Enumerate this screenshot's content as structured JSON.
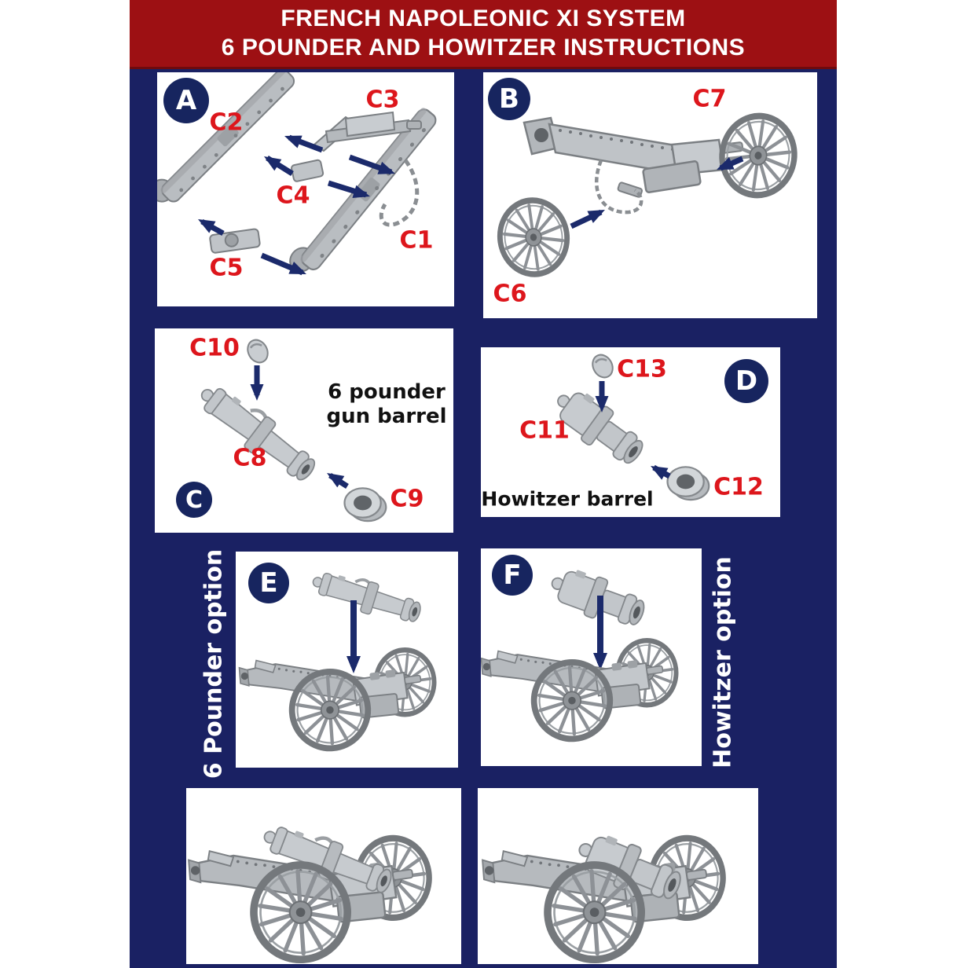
{
  "title": {
    "line1": "FRENCH NAPOLEONIC XI SYSTEM",
    "line2": "6 POUNDER AND HOWITZER INSTRUCTIONS"
  },
  "side_labels": {
    "six_pounder": "6 Pounder option",
    "howitzer": "Howitzer option"
  },
  "panels": {
    "a": {
      "letter": "A",
      "parts": {
        "c1": "C1",
        "c2": "C2",
        "c3": "C3",
        "c4": "C4",
        "c5": "C5"
      }
    },
    "b": {
      "letter": "B",
      "parts": {
        "c6": "C6",
        "c7": "C7"
      }
    },
    "c": {
      "letter": "C",
      "caption_line1": "6 pounder",
      "caption_line2": "gun barrel",
      "parts": {
        "c8": "C8",
        "c9": "C9",
        "c10": "C10"
      }
    },
    "d": {
      "letter": "D",
      "caption": "Howitzer barrel",
      "parts": {
        "c11": "C11",
        "c12": "C12",
        "c13": "C13"
      }
    },
    "e": {
      "letter": "E"
    },
    "f": {
      "letter": "F"
    }
  },
  "colors": {
    "banner_red": "#9D1013",
    "background_navy": "#1A2163",
    "badge_navy": "#17255F",
    "arrow_navy": "#1B2A6B",
    "label_red": "#DD161C",
    "caption_black": "#111111",
    "part_gray": "#C2C6CA"
  }
}
